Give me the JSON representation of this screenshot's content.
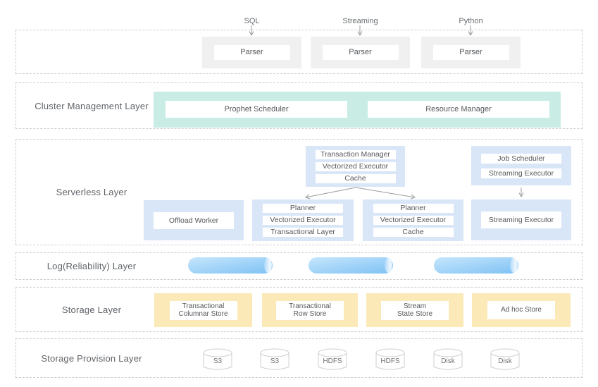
{
  "colors": {
    "layer_border": "#cdcdcd",
    "parser_bg": "#f0f0f0",
    "cluster_bg": "#c9ece5",
    "serverless_bg": "#d9e6f8",
    "log_cylinder_light": "#c6e6fc",
    "log_cylinder_dark": "#7ec1f3",
    "storage_bg": "#fce9b8",
    "text": "#55585c"
  },
  "top": {
    "parsers": [
      {
        "source": "SQL",
        "label": "Parser"
      },
      {
        "source": "Streaming",
        "label": "Parser"
      },
      {
        "source": "Python",
        "label": "Parser"
      }
    ]
  },
  "cluster": {
    "label": "Cluster Management Layer",
    "boxes": [
      "Prophet Scheduler",
      "Resource Manager"
    ]
  },
  "serverless": {
    "label": "Serverless Layer",
    "coordinator": {
      "rows": [
        "Transaction Manager",
        "Vectorized Executor",
        "Cache"
      ]
    },
    "job_scheduler": {
      "rows": [
        "Job Scheduler",
        "Streaming Executor"
      ]
    },
    "offload_worker": {
      "rows": [
        "Offload Worker"
      ]
    },
    "worker_left": {
      "rows": [
        "Planner",
        "Vectorized Executor",
        "Transactional Layer"
      ]
    },
    "worker_right": {
      "rows": [
        "Planner",
        "Vectorized Executor",
        "Cache"
      ]
    },
    "streaming_worker": {
      "rows": [
        "Streaming Executor"
      ]
    }
  },
  "log": {
    "label": "Log(Reliability) Layer",
    "cylinder_count": 3
  },
  "storage": {
    "label": "Storage Layer",
    "stores": [
      {
        "line1": "Transactional",
        "line2": "Columnar Store"
      },
      {
        "line1": "Transactional",
        "line2": "Row Store"
      },
      {
        "line1": "Stream",
        "line2": "State Store"
      },
      {
        "line1": "Ad hoc Store",
        "line2": ""
      }
    ]
  },
  "provision": {
    "label": "Storage Provision Layer",
    "disks": [
      "S3",
      "S3",
      "HDFS",
      "HDFS",
      "Disk",
      "Disk"
    ]
  }
}
